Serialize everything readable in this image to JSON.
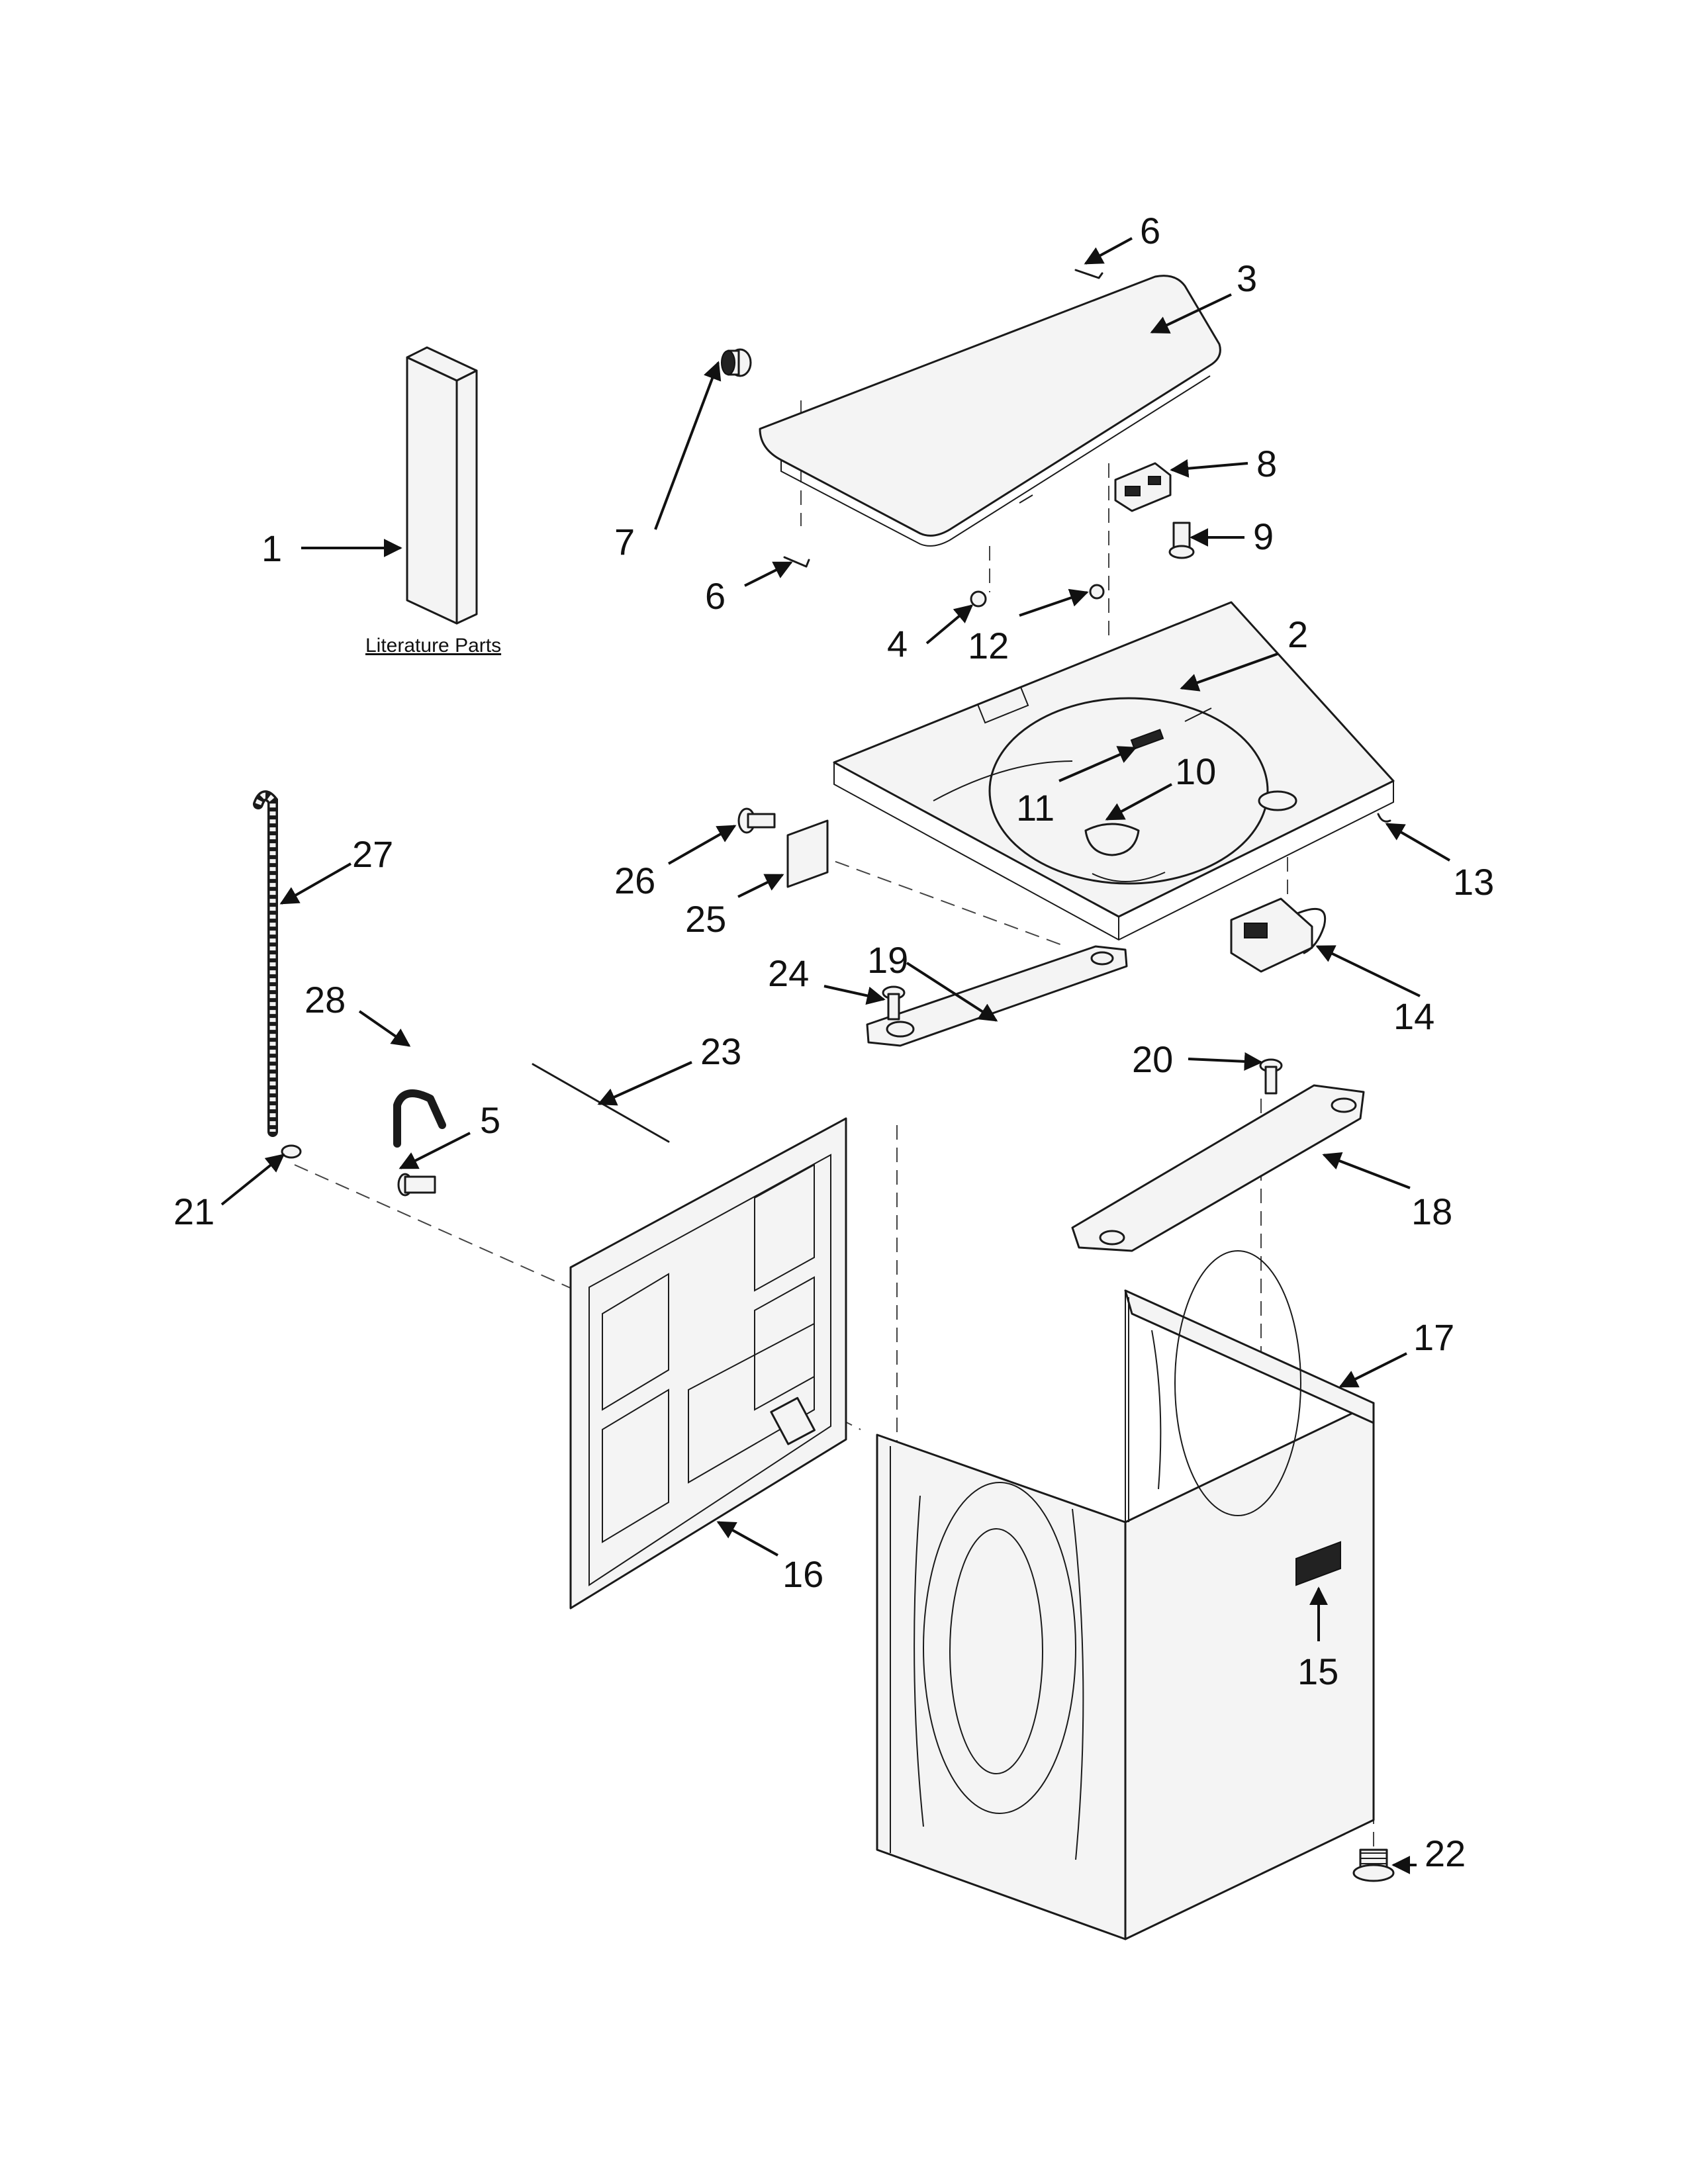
{
  "literature_label": "Literature Parts",
  "callouts": {
    "c1": "1",
    "c2": "2",
    "c3": "3",
    "c4": "4",
    "c5": "5",
    "c6a": "6",
    "c6b": "6",
    "c7": "7",
    "c8": "8",
    "c9": "9",
    "c10": "10",
    "c11": "11",
    "c12": "12",
    "c13": "13",
    "c14": "14",
    "c15": "15",
    "c16": "16",
    "c17": "17",
    "c18": "18",
    "c19": "19",
    "c20": "20",
    "c21": "21",
    "c22": "22",
    "c23": "23",
    "c24": "24",
    "c25": "25",
    "c26": "26",
    "c27": "27",
    "c28": "28"
  }
}
